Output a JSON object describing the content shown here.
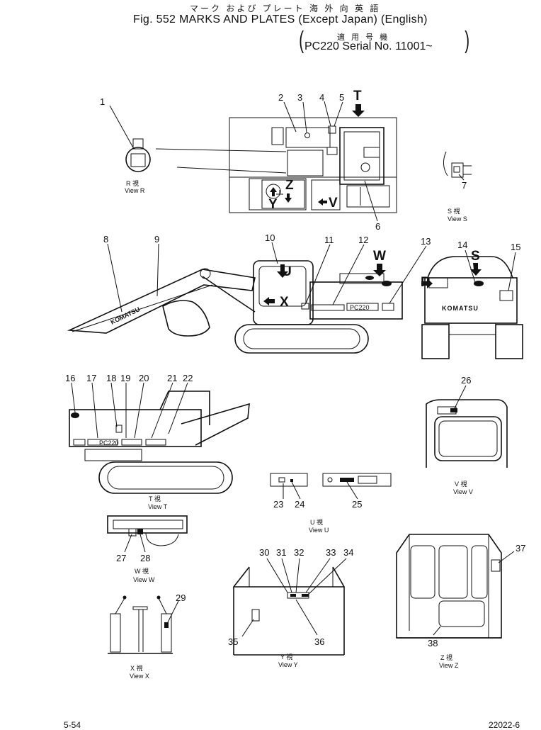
{
  "header": {
    "jp_title": "マーク および プレート 海 外 向 英 語",
    "fig_title": "Fig. 552 MARKS AND PLATES (Except Japan) (English)",
    "jp_serial": "適 用 号 機",
    "serial": "PC220 Serial No. 11001~",
    "paren_open": "(",
    "paren_close": ")"
  },
  "views": {
    "view_r": {
      "jp": "R 視",
      "en": "View R"
    },
    "view_s": {
      "jp": "S 視",
      "en": "View S"
    },
    "view_t": {
      "jp": "T 視",
      "en": "View T"
    },
    "view_u": {
      "jp": "U 視",
      "en": "View U"
    },
    "view_v": {
      "jp": "V 視",
      "en": "View V"
    },
    "view_w": {
      "jp": "W 視",
      "en": "View W"
    },
    "view_x": {
      "jp": "X 視",
      "en": "View X"
    },
    "view_y": {
      "jp": "Y 視",
      "en": "View Y"
    },
    "view_z": {
      "jp": "Z 視",
      "en": "View Z"
    }
  },
  "view_arrows": {
    "t": "T",
    "u": "U",
    "v": "V",
    "w": "W",
    "x": "X",
    "y": "Y",
    "z": "Z",
    "r": "R",
    "s": "S"
  },
  "plate_labels": {
    "komatsu": "KOMATSU",
    "model": "PC220"
  },
  "part_numbers": {
    "p1": "1",
    "p2": "2",
    "p3": "3",
    "p4": "4",
    "p5": "5",
    "p6": "6",
    "p7": "7",
    "p8": "8",
    "p9": "9",
    "p10": "10",
    "p11": "11",
    "p12": "12",
    "p13": "13",
    "p14": "14",
    "p15": "15",
    "p16": "16",
    "p17": "17",
    "p18": "18",
    "p19": "19",
    "p20": "20",
    "p21": "21",
    "p22": "22",
    "p23": "23",
    "p24": "24",
    "p25": "25",
    "p26": "26",
    "p27": "27",
    "p28": "28",
    "p29": "29",
    "p30": "30",
    "p31": "31",
    "p32": "32",
    "p33": "33",
    "p34": "34",
    "p35": "35",
    "p36": "36",
    "p37": "37",
    "p38": "38"
  },
  "footer": {
    "page": "5-54",
    "code": "22022-6"
  }
}
